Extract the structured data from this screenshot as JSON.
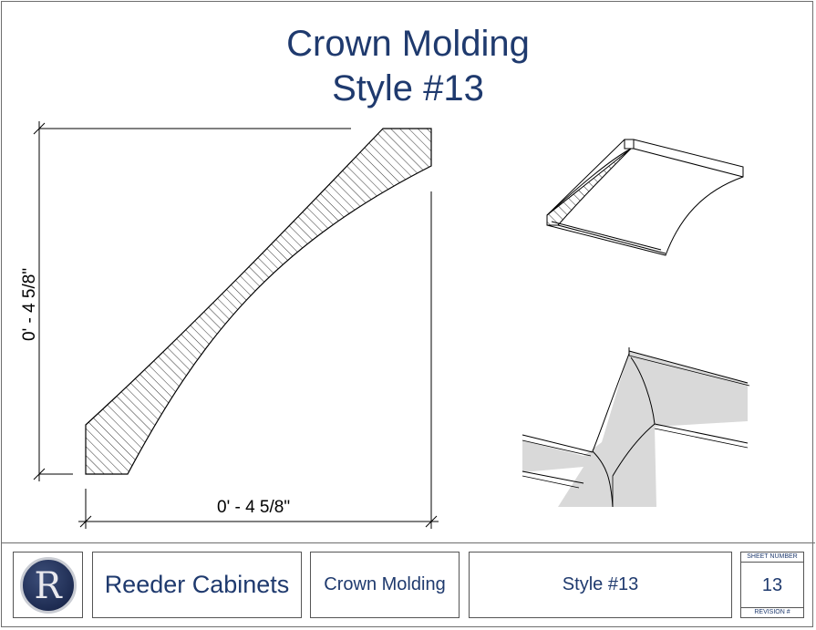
{
  "title": {
    "line1": "Crown Molding",
    "line2": "Style #13"
  },
  "dimensions": {
    "vertical": "0' - 4 5/8\"",
    "horizontal": "0' - 4 5/8\""
  },
  "title_block": {
    "logo_letter": "R",
    "company": "Reeder Cabinets",
    "drawing_name": "Crown Molding",
    "style": "Style #13",
    "sheet_number_label": "SHEET NUMBER",
    "sheet_number": "13",
    "revision_label": "REVISION #"
  },
  "colors": {
    "title": "#1f3a6e",
    "line": "#000000",
    "wall": "#d9d9d9"
  }
}
